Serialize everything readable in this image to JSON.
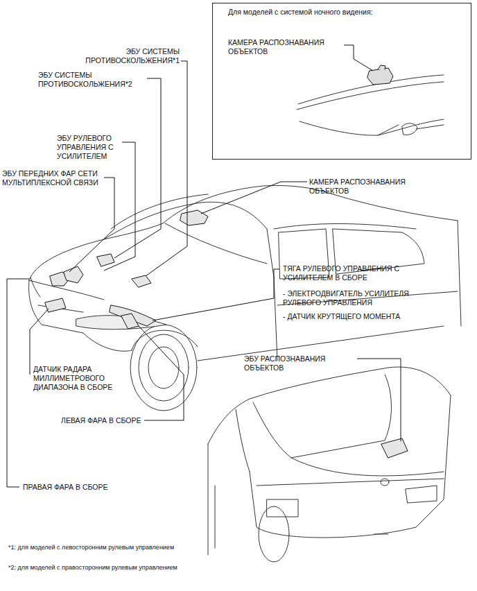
{
  "diagram": {
    "nodes": [
      {
        "text": [
          "Для моделей с системой ночного видения:",
          "КАМЕРА РАСПОЗНАВАНИЯ ОБЪЕКТОВ"
        ]
      }
    ],
    "edges": [],
    "labels": [
      "ЭБУ СИСТЕМЫ ПРОТИВОСКОЛЬЖЕНИЯ*1",
      "ЭБУ СИСТЕМЫ ПРОТИВОСКОЛЬЖЕНИЯ*2",
      "ЭБУ РУЛЕВОГО УПРАВЛЕНИЯ С УСИЛИТЕЛЕМ",
      "ЭБУ ПЕРЕДНИХ ФАР СЕТИ МУЛЬТИПЛЕКСНОЙ СВЯЗИ",
      "КАМЕРА РАСПОЗНАВАНИЯ ОБЪЕКТОВ",
      "ТЯГА РУЛЕВОГО УПРАВЛЕНИЯ С УСИЛИТЕЛЕМ В СБОРЕ",
      "- ЭЛЕКТРОДВИГАТЕЛЬ УСИЛИТЕЛЯ РУЛЕВОГО УПРАВЛЕНИЯ",
      "- ДАТЧИК КРУТЯЩЕГО МОМЕНТА",
      "ЭБУ РАСПОЗНАВАНИЯ ОБЪЕКТОВ",
      "ДАТЧИК РАДАРА МИЛЛИМЕТРОВОГО ДИАПАЗОНА В СБОРЕ",
      "ЛЕВАЯ ФАРА В СБОРЕ",
      "ПРАВАЯ ФАРА В СБОРЕ",
      "*1: для моделей с левосторонним рулевым управлением",
      "*2: для моделей с правосторонним рулевым управлением"
    ]
  }
}
